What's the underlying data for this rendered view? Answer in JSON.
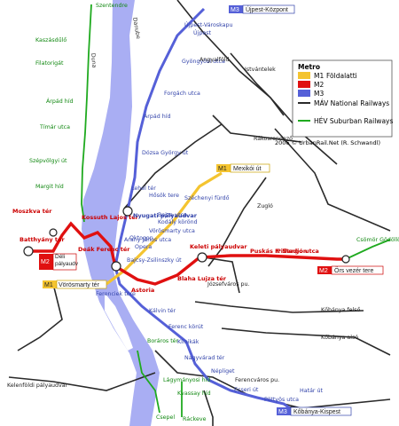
{
  "colors": {
    "m1": "#f4c430",
    "m2": "#e01010",
    "m3": "#5560d8",
    "rail": "#2a2a2a",
    "hev": "#1faa1f",
    "danube": "#a9aef3",
    "label_m2": "#cc0000",
    "label_m3": "#3344aa",
    "label_hev": "#118811",
    "label_rail": "#222222"
  },
  "river": {
    "name": "Danube",
    "name_local": "Duna"
  },
  "legend": {
    "title": "Metro",
    "items": [
      {
        "code": "M1",
        "label": "Földalatti"
      },
      {
        "code": "M2",
        "label": ""
      },
      {
        "code": "M3",
        "label": ""
      },
      {
        "code": "",
        "label": "MÁV National Railways"
      },
      {
        "code": "",
        "label": "HÉV Suburban Railways"
      }
    ]
  },
  "credit": "2006 © UrbanRail.Net (R. Schwandl)",
  "termini": {
    "m3_north": {
      "code": "M3",
      "name": "Újpest-Központ"
    },
    "m3_south": {
      "code": "M3",
      "name": "Kőbánya-Kispest"
    },
    "m1_east": {
      "code": "M1",
      "name": "Mexikói út"
    },
    "m1_west": {
      "code": "M1",
      "name": "Vörösmarty tér"
    },
    "m2_west": {
      "code": "M2",
      "name": "Déli pályaudvar"
    },
    "m2_east": {
      "code": "M2",
      "name": "Örs vezér tere"
    }
  },
  "stations": {
    "m2": [
      "Moszkva tér",
      "Batthyány tér",
      "Kossuth Lajos tér",
      "Deák Ferenc tér",
      "Astoria",
      "Blaha Lujza tér",
      "Keleti pályaudvar",
      "Puskás F. Stadion",
      "Pillangó utca"
    ],
    "m3": [
      "Újpest-Városkapu",
      "Újpest",
      "Gyöngyösi utca",
      "Forgách utca",
      "Árpád híd",
      "Dózsa György út",
      "Lehel tér",
      "Nyugati pályaudvar",
      "Arany János utca",
      "Ferenciek tere",
      "Kálvin tér",
      "Ferenc körút",
      "Klinikák",
      "Nagyvárad tér",
      "Népliget",
      "Ecseri út",
      "Pöttyös utca",
      "Határ út"
    ],
    "m1": [
      "Széchenyi fürdő",
      "Hősök tere",
      "Bajza utca",
      "Kodály körönd",
      "Vörösmarty utca",
      "Oktogon",
      "Opera",
      "Bajcsy-Zsilinszky út"
    ],
    "hev": [
      "Szentendre",
      "Kaszásdűlő",
      "Filatorigát",
      "Árpád híd",
      "Tímár utca",
      "Szépvölgyi út",
      "Margit híd",
      "Csömör Gödöllő",
      "Boráros tér",
      "Lágymányosi híd",
      "Kvassay híd",
      "Csepel",
      "Ráckeve"
    ],
    "rail": [
      "Angyalföld",
      "Istvántelek",
      "Rákosrendező",
      "Zugló",
      "Józsefváros pu.",
      "Kőbánya felső",
      "Kőbánya alsó",
      "Ferencváros pu.",
      "Kelenföldi pályaudvar"
    ]
  }
}
